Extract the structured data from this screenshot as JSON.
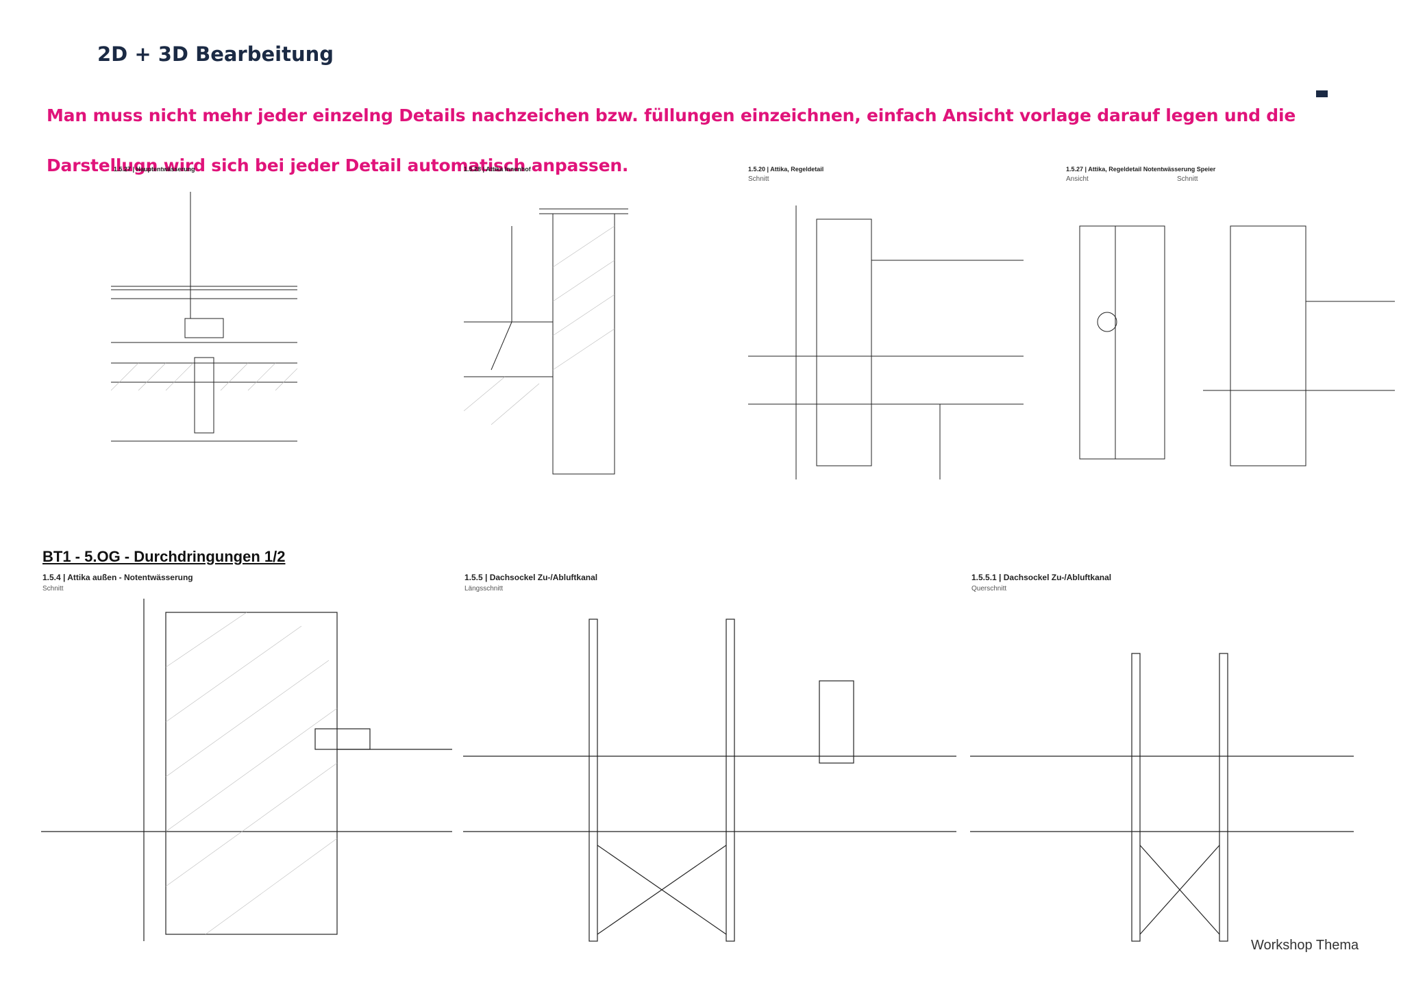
{
  "page": {
    "title": "2D + 3D Bearbeitung",
    "intro": "Man muss nicht mehr jeder einzelng Details nachzeichen bzw. füllungen einzeichnen,  einfach Ansicht vorlage darauf legen und die Darstellugn wird sich bei jeder Detail automatisch anpassen.",
    "footer": "Workshop Thema",
    "accent_color": "#e0137a",
    "title_color": "#1b2a44"
  },
  "drawings_top": [
    {
      "label": "1.5.27 | Hauptentwässerung"
    },
    {
      "label": "1.5.28 | Attika Innenhof"
    },
    {
      "label": "1.5.20 | Attika, Regeldetail",
      "sub": "Schnitt"
    },
    {
      "label": "1.5.27 | Attika, Regeldetail Notentwässerung Speier",
      "sub": "Ansicht",
      "sub2": "Schnitt"
    }
  ],
  "drawings_bottom": {
    "sheet_title": "BT1 - 5.OG - Durchdringungen 1/2",
    "details": [
      {
        "label": "1.5.4 | Attika außen - Notentwässerung",
        "sub": "Schnitt"
      },
      {
        "label": "1.5.5 | Dachsockel Zu-/Abluftkanal",
        "sub": "Längsschnitt"
      },
      {
        "label": "1.5.5.1 | Dachsockel Zu-/Abluftkanal",
        "sub": "Querschnitt"
      }
    ]
  }
}
